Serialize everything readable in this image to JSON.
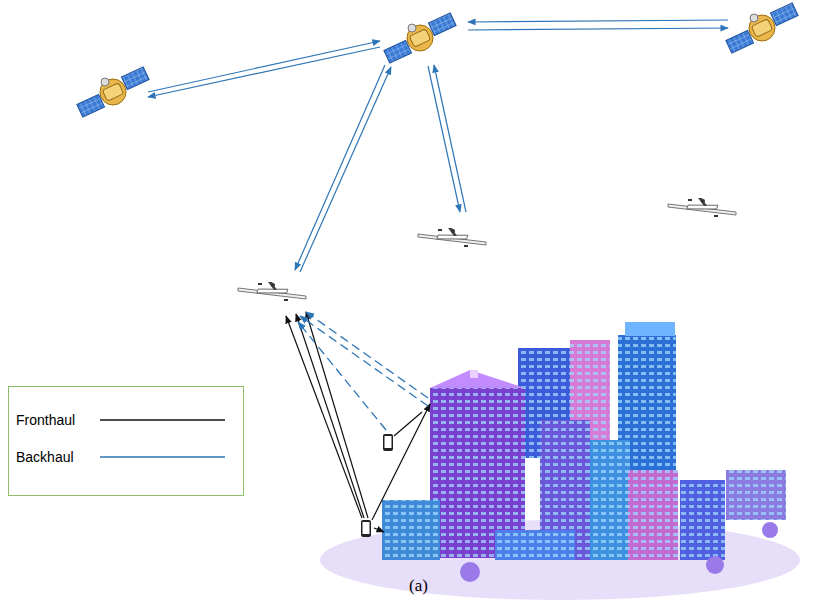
{
  "diagram": {
    "caption": "(a)",
    "legend": [
      {
        "text": "Fronthaul"
      },
      {
        "text": "Backhaul"
      }
    ]
  }
}
